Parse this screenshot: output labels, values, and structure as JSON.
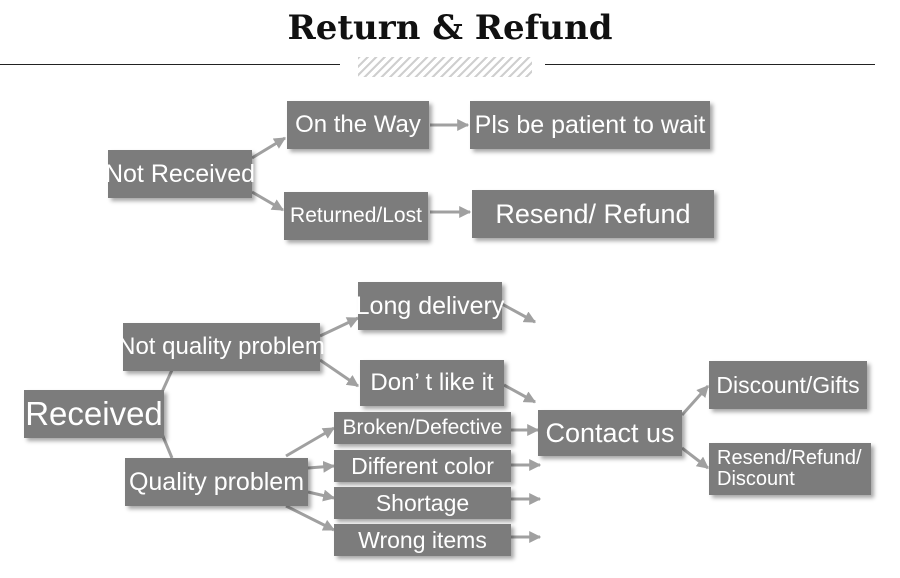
{
  "title": "Return & Refund",
  "nodes": {
    "not_received": "Not Received",
    "on_the_way": "On the Way",
    "pls_wait": "Pls be patient to wait",
    "returned_lost": "Returned/Lost",
    "resend_refund": "Resend/ Refund",
    "long_delivery": "Long delivery",
    "not_quality_problem": "Not quality problem",
    "dont_like_it": "Don’ t like it",
    "received": "Received",
    "broken_defective": "Broken/Defective",
    "contact_us": "Contact us",
    "discount_gifts": "Discount/Gifts",
    "quality_problem": "Quality problem",
    "different_color": "Different color",
    "shortage": "Shortage",
    "wrong_items": "Wrong items",
    "resend_refund_discount": "Resend/Refund/ Discount"
  },
  "colors": {
    "box_fill": "#7c7c7c",
    "box_text": "#ffffff",
    "arrow": "#a0a0a0"
  }
}
